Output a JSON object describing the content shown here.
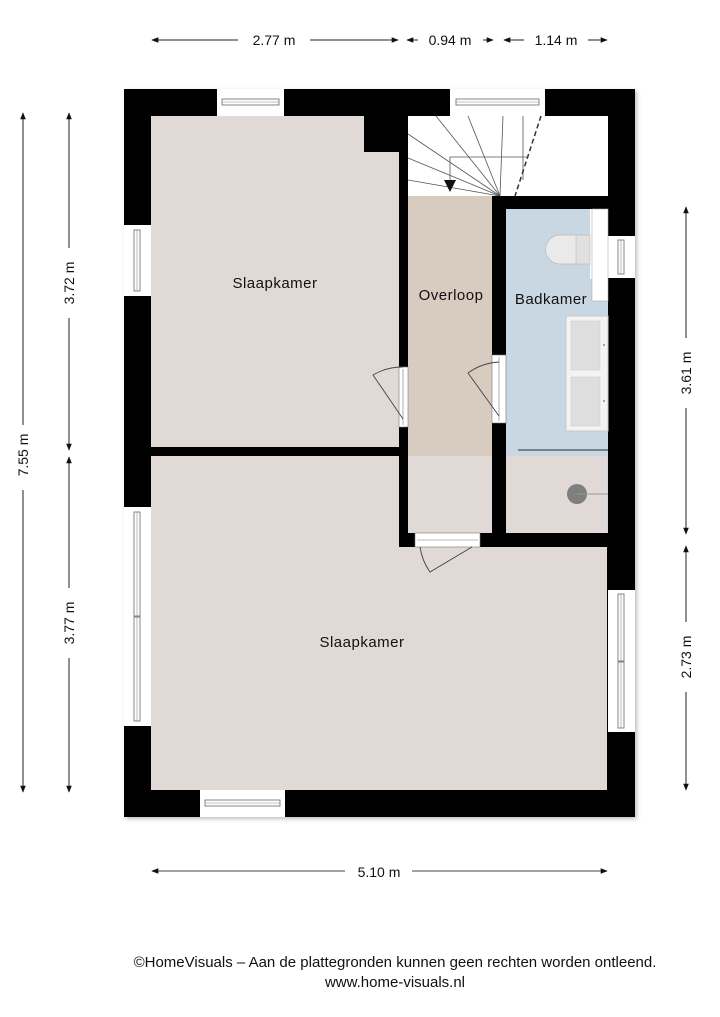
{
  "plan": {
    "rooms": [
      {
        "id": "bedroom-1",
        "label": "Slaapkamer",
        "fill": "#e1d9d5"
      },
      {
        "id": "landing",
        "label": "Overloop",
        "fill": "#d8cbbf"
      },
      {
        "id": "bathroom",
        "label": "Badkamer",
        "fill": "#c9d7e2"
      },
      {
        "id": "bedroom-2",
        "label": "Slaapkamer",
        "fill": "#e1d9d5"
      }
    ],
    "wall_color": "#000000",
    "dimensions": {
      "top": [
        "2.77 m",
        "0.94 m",
        "1.14 m"
      ],
      "left_total": "7.55 m",
      "left_segments": [
        "3.72 m",
        "3.77 m"
      ],
      "right_segments": [
        "3.61 m",
        "2.73 m"
      ],
      "bottom": "5.10 m"
    }
  },
  "footer": {
    "copyright": "©HomeVisuals – Aan de plattegronden kunnen geen rechten worden ontleend.",
    "website": "www.home-visuals.nl"
  }
}
